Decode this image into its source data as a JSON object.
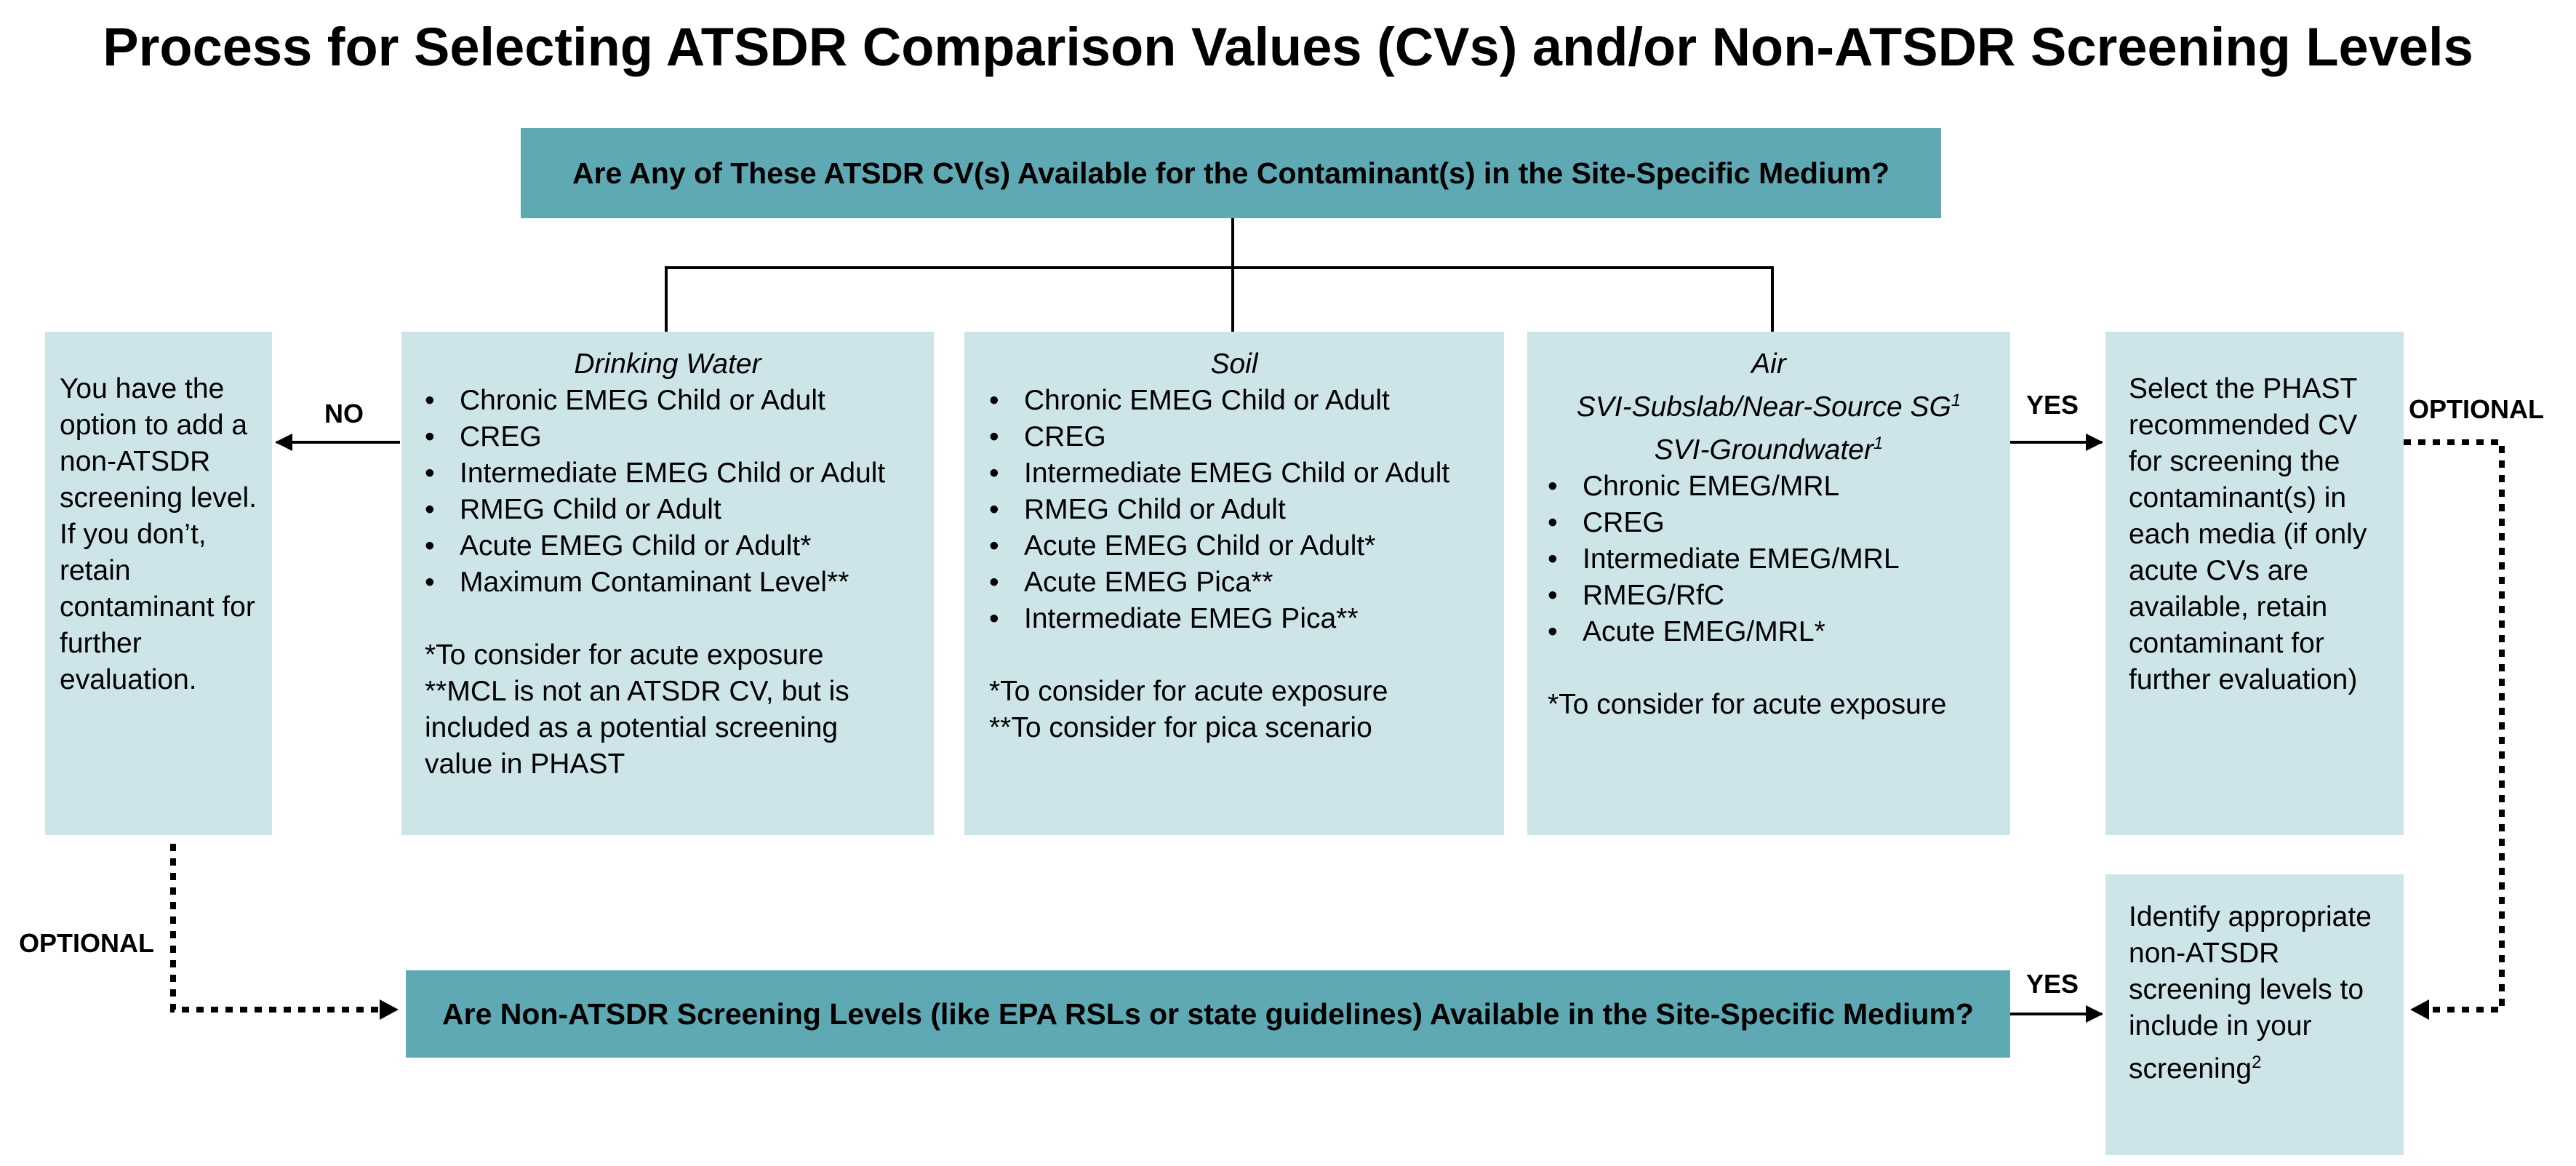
{
  "title": "Process for Selecting ATSDR Comparison Values (CVs) and/or Non-ATSDR Screening Levels",
  "top_question": "Are Any of These ATSDR CV(s) Available for the Contaminant(s) in the Site-Specific Medium?",
  "bottom_question": "Are Non-ATSDR Screening Levels (like EPA RSLs or state guidelines) Available in the Site-Specific Medium?",
  "no_box": "You have the option to add a non-ATSDR screening level. If you don’t, retain contaminant for further evaluation.",
  "drinking_water": {
    "heading": "Drinking Water",
    "items": [
      "Chronic EMEG Child or Adult",
      "CREG",
      "Intermediate EMEG Child or Adult",
      "RMEG Child or Adult",
      "Acute EMEG Child or Adult*",
      "Maximum Contaminant Level**"
    ],
    "note1": "*To consider for acute exposure",
    "note2": "**MCL is not an ATSDR CV, but is included as a potential screening value in PHAST"
  },
  "soil": {
    "heading": "Soil",
    "items": [
      "Chronic EMEG Child or Adult",
      "CREG",
      "Intermediate EMEG Child or Adult",
      "RMEG Child or Adult",
      "Acute EMEG Child or Adult*",
      "Acute EMEG Pica**",
      "Intermediate EMEG Pica**"
    ],
    "note1": "*To consider for acute exposure",
    "note2": "**To consider for pica scenario"
  },
  "air": {
    "heading": "Air",
    "subheading1": "SVI-Subslab/Near-Source SG",
    "subheading1_sup": "1",
    "subheading2": "SVI-Groundwater",
    "subheading2_sup": "1",
    "items": [
      "Chronic EMEG/MRL",
      "CREG",
      "Intermediate EMEG/MRL",
      "RMEG/RfC",
      "Acute EMEG/MRL*"
    ],
    "note1": "*To consider for acute exposure"
  },
  "select_box": "Select the PHAST recommended CV for screening the contaminant(s) in each media (if only acute CVs are available, retain contaminant for further evaluation)",
  "identify_box": "Identify appropriate non-ATSDR screening levels to include in your screening",
  "identify_sup": "2",
  "labels": {
    "no": "NO",
    "yes_top": "YES",
    "yes_bottom": "YES",
    "optional_left": "OPTIONAL",
    "optional_right": "OPTIONAL"
  },
  "colors": {
    "question_fill": "#5ea9b3",
    "box_fill": "#cde5e9"
  }
}
